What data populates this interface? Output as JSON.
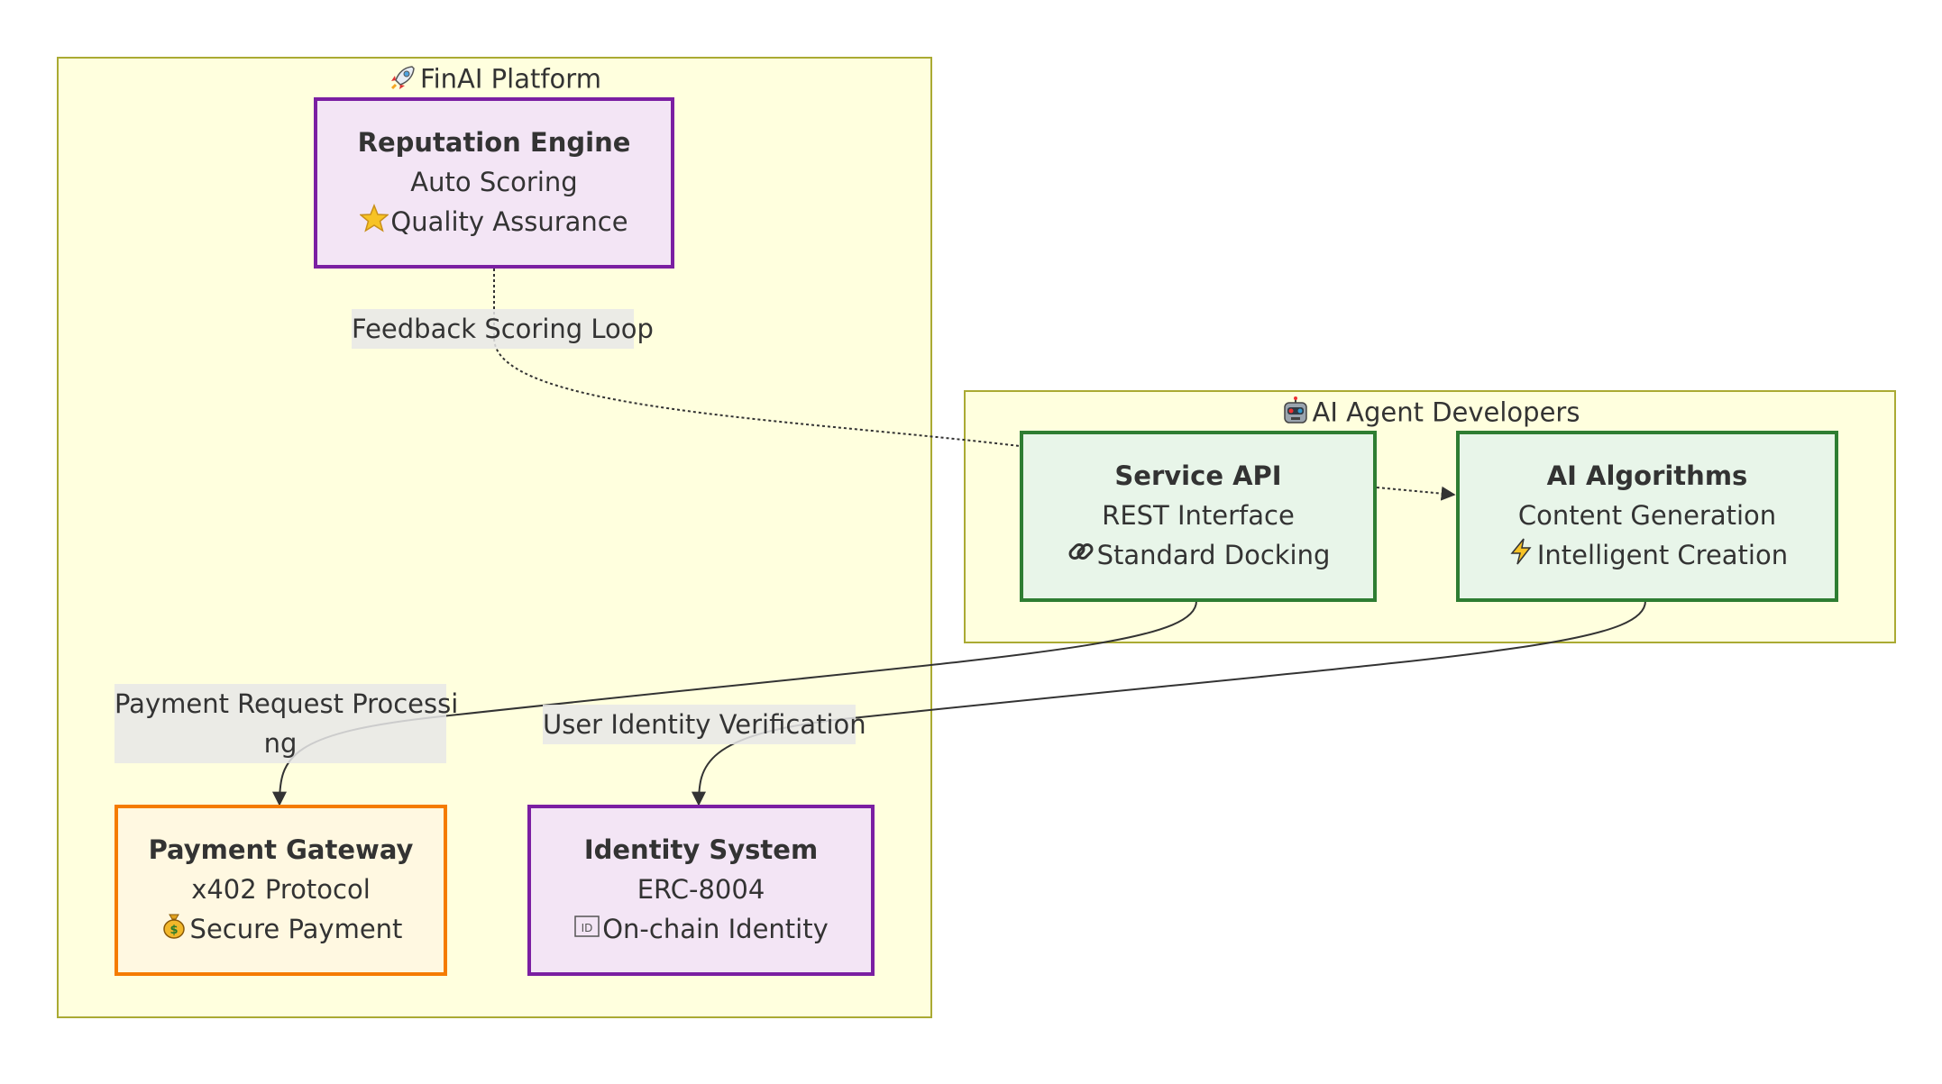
{
  "clusters": {
    "platform": {
      "title": "FinAI Platform",
      "icon": "rocket-icon"
    },
    "developers": {
      "title": "AI Agent Developers",
      "icon": "robot-icon"
    }
  },
  "nodes": {
    "reputation": {
      "title": "Reputation Engine",
      "line1": "Auto Scoring",
      "line2": "Quality Assurance",
      "icon": "star-icon",
      "color": "#7b1fa2"
    },
    "payment": {
      "title": "Payment Gateway",
      "line1": "x402 Protocol",
      "line2": "Secure Payment",
      "icon": "money-bag-icon",
      "color": "#f57c00"
    },
    "identity": {
      "title": "Identity System",
      "line1": "ERC-8004",
      "line2": "On-chain Identity",
      "icon": "id-icon",
      "color": "#7b1fa2"
    },
    "service": {
      "title": "Service API",
      "line1": "REST Interface",
      "line2": "Standard Docking",
      "icon": "link-icon",
      "color": "#2e7d32"
    },
    "algorithms": {
      "title": "AI Algorithms",
      "line1": "Content Generation",
      "line2": "Intelligent Creation",
      "icon": "lightning-icon",
      "color": "#2e7d32"
    }
  },
  "edges": {
    "feedback": {
      "label": "Feedback Scoring Loop"
    },
    "payment_request": {
      "label_line1": "Payment Request Processi",
      "label_line2": "ng"
    },
    "identity_verification": {
      "label": "User Identity Verification"
    }
  }
}
